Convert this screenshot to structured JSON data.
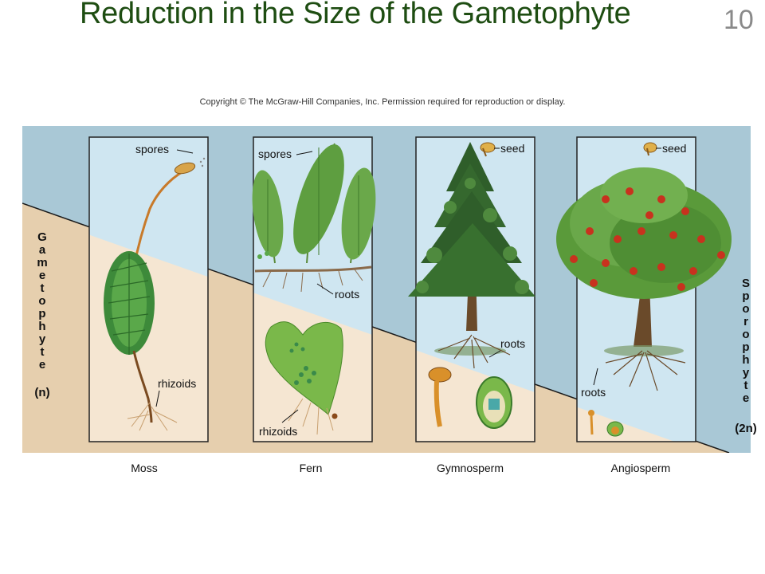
{
  "slide": {
    "title": "Reduction in the Size of the Gametophyte",
    "number": "10",
    "copyright": "Copyright © The McGraw-Hill Companies, Inc. Permission required for reproduction or display."
  },
  "diagram": {
    "left_axis": {
      "letters": [
        "G",
        "a",
        "m",
        "e",
        "t",
        "o",
        "p",
        "h",
        "y",
        "t",
        "e"
      ],
      "ploidy": "(n)"
    },
    "right_axis": {
      "letters": [
        "S",
        "p",
        "o",
        "r",
        "o",
        "p",
        "h",
        "y",
        "t",
        "e"
      ],
      "ploidy": "(2n)"
    },
    "panels": [
      {
        "caption": "Moss",
        "labels": {
          "top": "spores",
          "bottom": "rhizoids"
        }
      },
      {
        "caption": "Fern",
        "labels": {
          "top": "spores",
          "mid": "roots",
          "bottom": "rhizoids"
        }
      },
      {
        "caption": "Gymnosperm",
        "labels": {
          "top": "seed",
          "mid": "roots"
        }
      },
      {
        "caption": "Angiosperm",
        "labels": {
          "top": "seed",
          "mid": "roots"
        }
      }
    ],
    "colors": {
      "sporophyte_region": "#a9c8d6",
      "gametophyte_region": "#e6cfae",
      "title": "#1e4d12",
      "foliage": "#3f7a2a",
      "fruit": "#c8321e"
    }
  }
}
